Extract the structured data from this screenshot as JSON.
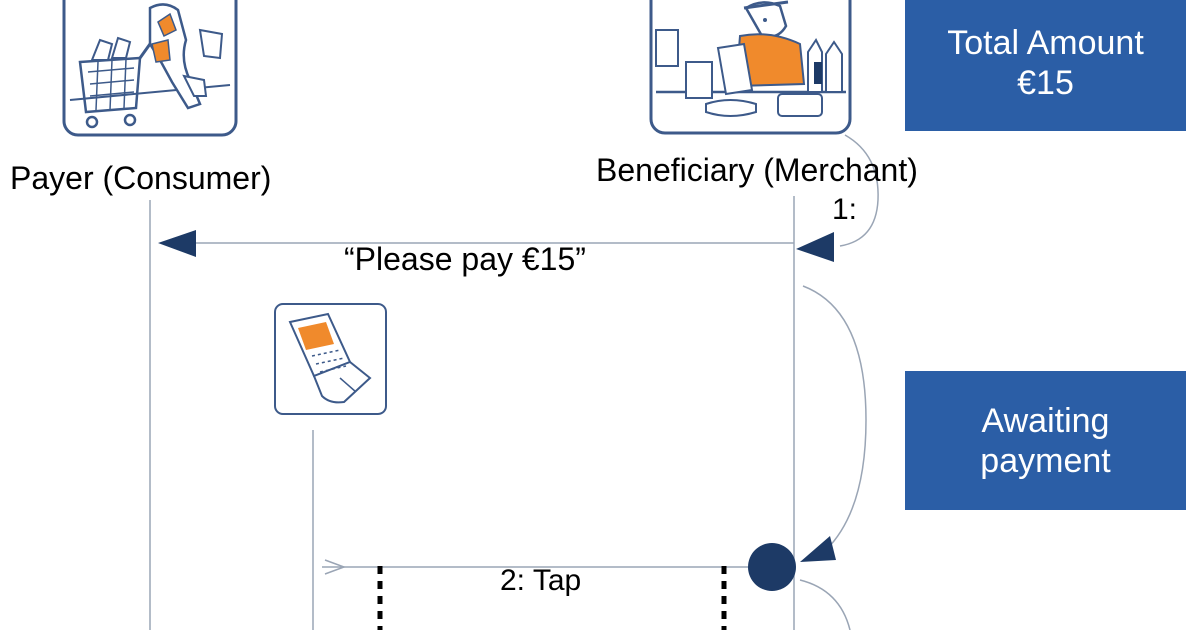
{
  "actors": {
    "payer": "Payer (Consumer)",
    "beneficiary": "Beneficiary (Merchant)"
  },
  "messages": {
    "step1_number": "1:",
    "request": "“Please pay €15”",
    "step2": "2: Tap"
  },
  "status_boxes": {
    "total": {
      "line1": "Total Amount",
      "line2": "€15"
    },
    "awaiting": {
      "line1": "Awaiting",
      "line2": "payment"
    }
  },
  "colors": {
    "box_fill": "#2b5ea6",
    "arrow_navy": "#1d3a66",
    "illustration_orange": "#f08a2c",
    "illustration_outline": "#3d5a8a",
    "lifeline_grey": "#9aa5b5"
  },
  "icons": {
    "payer": "shopper-with-cart-icon",
    "merchant": "shopkeeper-at-counter-icon",
    "phone": "mobile-phone-icon"
  }
}
